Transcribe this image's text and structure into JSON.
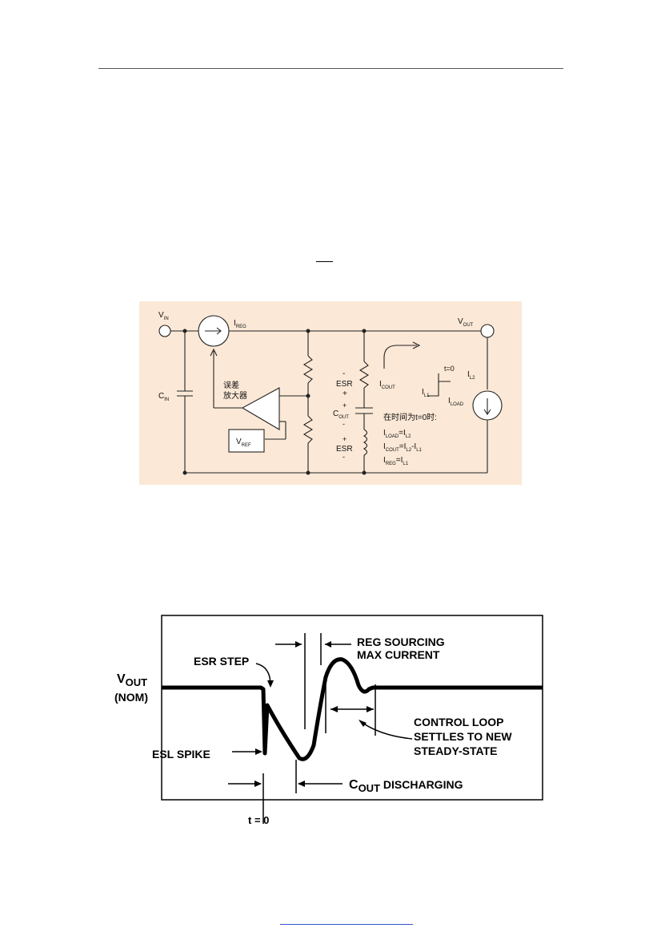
{
  "colors": {
    "figure_bg": "#fbe8d6",
    "line": "#222222",
    "footer_link": "#3355cc"
  },
  "fig1": {
    "vin": {
      "main": "V",
      "sub": "IN"
    },
    "ireg": {
      "main": "I",
      "sub": "REG"
    },
    "vout": {
      "main": "V",
      "sub": "OUT"
    },
    "cin": {
      "main": "C",
      "sub": "IN"
    },
    "error_amp_line1": "误差",
    "error_amp_line2": "放大器",
    "vref": {
      "main": "V",
      "sub": "REF"
    },
    "esr_top": "ESR",
    "esr_top_minus": "-",
    "esr_top_plus": "+",
    "cout_plus": "+",
    "cout": {
      "main": "C",
      "sub": "OUT"
    },
    "cout_minus": "-",
    "esr_bottom_plus": "+",
    "esr_bottom": "ESR",
    "esr_bottom_minus": "-",
    "icout": {
      "main": "I",
      "sub": "COUT"
    },
    "t0": "t=0",
    "il1": {
      "main": "I",
      "sub": "L1"
    },
    "il2": {
      "main": "I",
      "sub": "L2"
    },
    "iload": {
      "main": "I",
      "sub": "LOAD"
    },
    "at_time": "在时间为t=0时:",
    "eq1": {
      "a": "I",
      "a_sub": "LOAD",
      "b": "=I",
      "b_sub": "L2"
    },
    "eq2": {
      "a": "I",
      "a_sub": "COUT",
      "b": "=I",
      "b_sub": "L2",
      "c": "-I",
      "c_sub": "L1"
    },
    "eq3": {
      "a": "I",
      "a_sub": "REG",
      "b": "=I",
      "b_sub": "L1"
    }
  },
  "fig2": {
    "vout_main": "V",
    "vout_sub": "OUT",
    "nom": "(NOM)",
    "esr_step": "ESR STEP",
    "esl_spike": "ESL SPIKE",
    "reg_line1": "REG SOURCING",
    "reg_line2": "MAX CURRENT",
    "ctrl_line1": "CONTROL LOOP",
    "ctrl_line2": "SETTLES TO NEW",
    "ctrl_line3": "STEADY-STATE",
    "cout_main": "C",
    "cout_sub": "OUT",
    "cout_rest": " DISCHARGING",
    "t0": "t = 0"
  }
}
